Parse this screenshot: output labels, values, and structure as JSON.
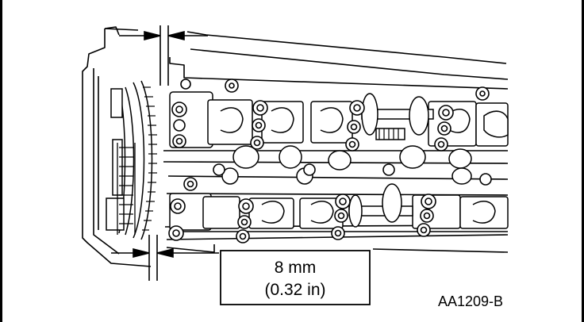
{
  "callout": {
    "metric": "8 mm",
    "imperial": "(0.32 in)"
  },
  "figure_id": "AA1209-B",
  "colors": {
    "ink": "#000000",
    "paper": "#ffffff"
  }
}
